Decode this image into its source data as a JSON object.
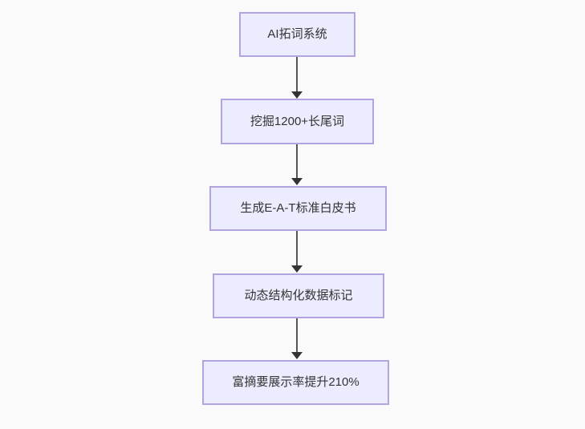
{
  "diagram": {
    "type": "flowchart",
    "direction": "top-down",
    "nodes": [
      {
        "id": "step-1",
        "label": "AI拓词系统"
      },
      {
        "id": "step-2",
        "label": "挖掘1200+长尾词"
      },
      {
        "id": "step-3",
        "label": "生成E-A-T标准白皮书"
      },
      {
        "id": "step-4",
        "label": "动态结构化数据标记"
      },
      {
        "id": "step-5",
        "label": "富摘要展示率提升210%"
      }
    ],
    "edges": [
      {
        "from": "AI拓词系统",
        "to": "挖掘1200+长尾词"
      },
      {
        "from": "挖掘1200+长尾词",
        "to": "生成E-A-T标准白皮书"
      },
      {
        "from": "生成E-A-T标准白皮书",
        "to": "动态结构化数据标记"
      },
      {
        "from": "动态结构化数据标记",
        "to": "富摘要展示率提升210%"
      }
    ],
    "colors": {
      "background": "#fafafa",
      "node_fill": "#ececff",
      "node_border": "#b2a4e0",
      "edge_line": "#555555",
      "arrowhead": "#333333",
      "text": "#333333"
    }
  }
}
